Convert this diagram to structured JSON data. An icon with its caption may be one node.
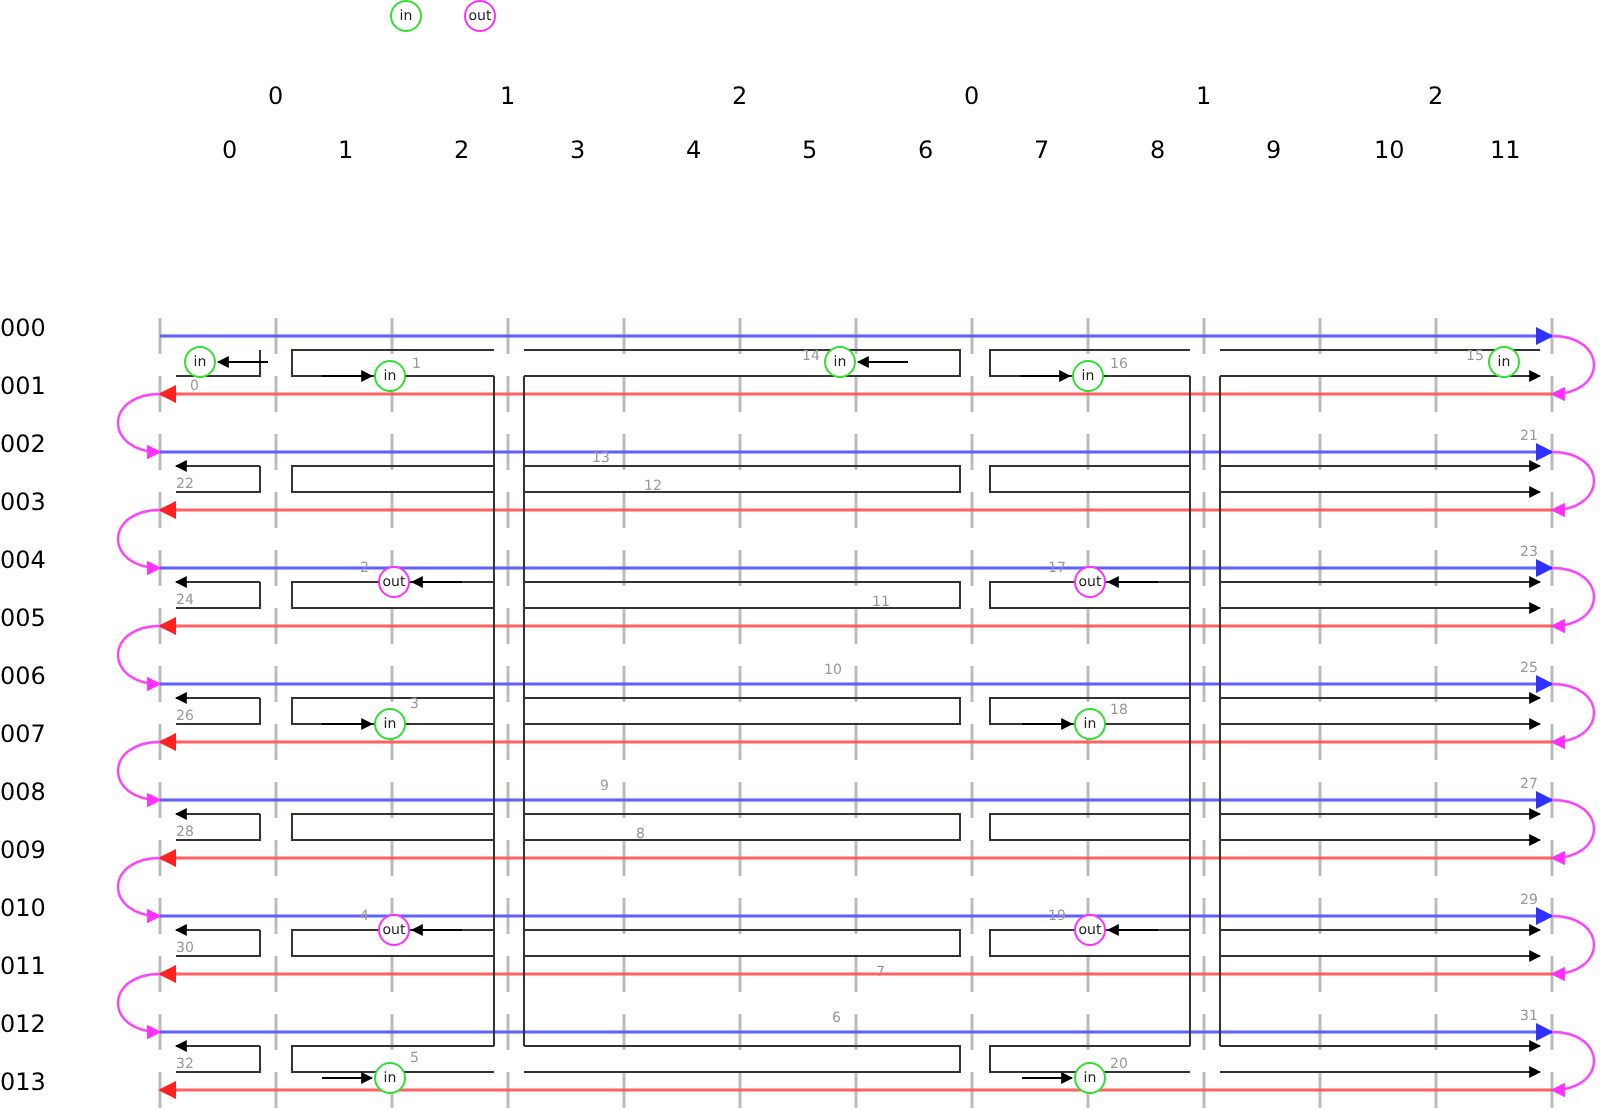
{
  "diagram": {
    "nodes": [
      {
        "text": [
          "in"
        ]
      },
      {
        "text": [
          "out"
        ]
      },
      {
        "text": [
          "in"
        ],
        "beside": [
          "0"
        ]
      },
      {
        "text": [
          "in"
        ],
        "beside": [
          "1"
        ]
      },
      {
        "text": [
          "in"
        ],
        "beside": [
          "14"
        ]
      },
      {
        "text": [
          "in"
        ],
        "beside": [
          "16"
        ]
      },
      {
        "text": [
          "in"
        ],
        "beside": [
          "15"
        ]
      },
      {
        "text": [
          "out"
        ],
        "beside": [
          "2"
        ]
      },
      {
        "text": [
          "out"
        ],
        "beside": [
          "17"
        ]
      },
      {
        "text": [
          "in"
        ],
        "beside": [
          "3"
        ]
      },
      {
        "text": [
          "in"
        ],
        "beside": [
          "18"
        ]
      },
      {
        "text": [
          "out"
        ],
        "beside": [
          "4"
        ]
      },
      {
        "text": [
          "out"
        ],
        "beside": [
          "19"
        ]
      },
      {
        "text": [
          "in"
        ],
        "beside": [
          "5"
        ]
      },
      {
        "text": [
          "in"
        ],
        "beside": [
          "20"
        ]
      }
    ],
    "edges": [
      {
        "from": null,
        "to": 2,
        "arrow": "to"
      },
      {
        "from": null,
        "to": 3,
        "arrow": "to"
      },
      {
        "from": null,
        "to": 4,
        "arrow": "to"
      },
      {
        "from": null,
        "to": 5,
        "arrow": "to"
      },
      {
        "from": null,
        "to": 7,
        "arrow": "to"
      },
      {
        "from": null,
        "to": 8,
        "arrow": "to"
      },
      {
        "from": null,
        "to": 9,
        "arrow": "to"
      },
      {
        "from": null,
        "to": 10,
        "arrow": "to"
      },
      {
        "from": null,
        "to": 11,
        "arrow": "to"
      },
      {
        "from": null,
        "to": 12,
        "arrow": "to"
      },
      {
        "from": null,
        "to": 13,
        "arrow": "to"
      },
      {
        "from": null,
        "to": 14,
        "arrow": "to"
      }
    ],
    "labels": [
      "0",
      "1",
      "2",
      "0",
      "1",
      "2",
      "0",
      "1",
      "2",
      "3",
      "4",
      "5",
      "6",
      "7",
      "8",
      "9",
      "10",
      "11",
      "000",
      "001",
      "002",
      "003",
      "004",
      "005",
      "006",
      "007",
      "008",
      "009",
      "010",
      "011",
      "012",
      "013",
      "13",
      "21",
      "22",
      "12",
      "23",
      "24",
      "11",
      "10",
      "25",
      "26",
      "9",
      "27",
      "28",
      "8",
      "29",
      "30",
      "7",
      "6",
      "31",
      "32"
    ]
  }
}
